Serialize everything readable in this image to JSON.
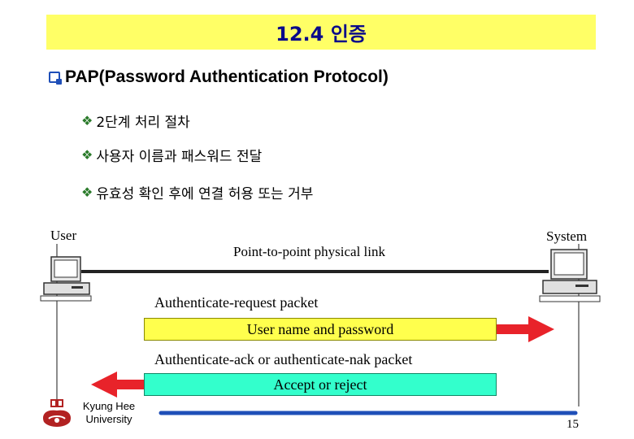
{
  "slide": {
    "title": "12.4 인증",
    "main_bullet": "PAP(Password Authentication Protocol)",
    "sub_bullets": [
      "2단계 처리 절차",
      "사용자 이름과 패스워드 전달",
      "유효성 확인 후에 연결 허용 또는 거부"
    ]
  },
  "diagram": {
    "user_label": "User",
    "system_label": "System",
    "link_label": "Point-to-point physical link",
    "request_label": "Authenticate-request packet",
    "request_content": "User name and password",
    "ack_label": "Authenticate-ack or authenticate-nak packet",
    "ack_content": "Accept or reject"
  },
  "footer": {
    "university_line1": "Kyung Hee",
    "university_line2": "University",
    "page_number": "15"
  },
  "colors": {
    "title_bg": "#ffff66",
    "title_text": "#0a0a8a",
    "request_packet": "#ffff4d",
    "ack_packet": "#33ffcc",
    "arrow_red": "#e8232a",
    "footer_line": "#1f4fb8"
  }
}
